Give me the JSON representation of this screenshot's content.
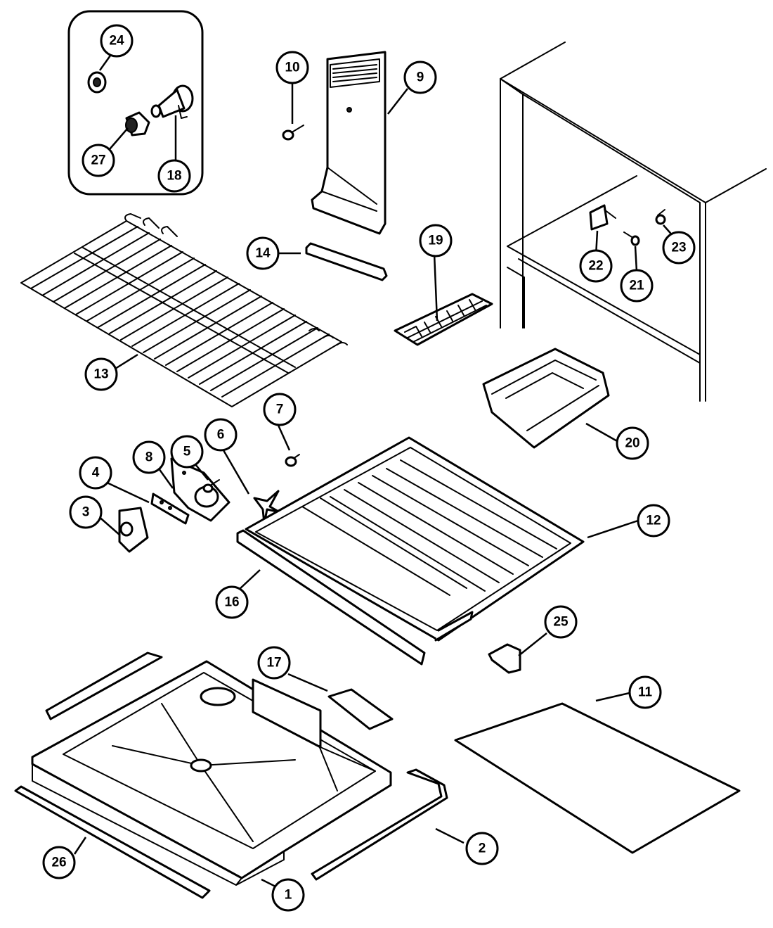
{
  "callouts": [
    {
      "id": "c1",
      "label": "1"
    },
    {
      "id": "c2",
      "label": "2"
    },
    {
      "id": "c3",
      "label": "3"
    },
    {
      "id": "c4",
      "label": "4"
    },
    {
      "id": "c5",
      "label": "5"
    },
    {
      "id": "c6",
      "label": "6"
    },
    {
      "id": "c7",
      "label": "7"
    },
    {
      "id": "c8",
      "label": "8"
    },
    {
      "id": "c9",
      "label": "9"
    },
    {
      "id": "c10",
      "label": "10"
    },
    {
      "id": "c11",
      "label": "11"
    },
    {
      "id": "c12",
      "label": "12"
    },
    {
      "id": "c13",
      "label": "13"
    },
    {
      "id": "c14",
      "label": "14"
    },
    {
      "id": "c16",
      "label": "16"
    },
    {
      "id": "c17",
      "label": "17"
    },
    {
      "id": "c18",
      "label": "18"
    },
    {
      "id": "c19",
      "label": "19"
    },
    {
      "id": "c20",
      "label": "20"
    },
    {
      "id": "c21",
      "label": "21"
    },
    {
      "id": "c22",
      "label": "22"
    },
    {
      "id": "c23",
      "label": "23"
    },
    {
      "id": "c24",
      "label": "24"
    },
    {
      "id": "c25",
      "label": "25"
    },
    {
      "id": "c26",
      "label": "26"
    },
    {
      "id": "c27",
      "label": "27"
    }
  ]
}
